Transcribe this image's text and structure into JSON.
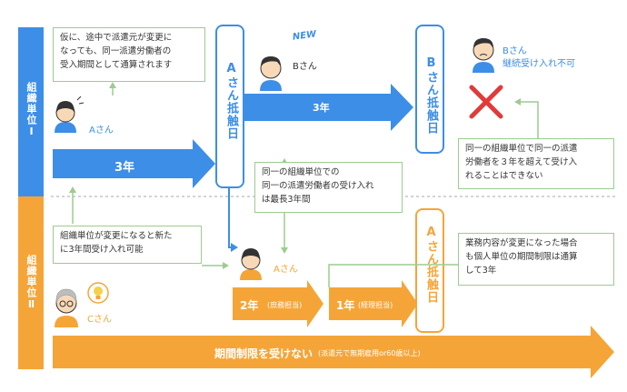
{
  "sidebar": {
    "group1": "組織単位Ⅰ",
    "group2": "組織単位Ⅱ"
  },
  "notes": {
    "top_left": "仮に、途中で派遣元が変更に\nなっても、同一派遣労働者の\n受入期間として通算されます",
    "middle_center": "同一の組織単位での\n同一の派遣労働者の受け入れ\nは最長3年間",
    "right_top": "同一の組織単位で同一の派遣\n労働者を３年を超えて受け入\nれることはできない",
    "left_bottom": "組織単位が変更になると新た\nに3年間受け入れ可能",
    "right_bottom": "業務内容が変更になった場合\nも個人単位の期間制限は通算\nして3年"
  },
  "people": {
    "a_top": "Aさん",
    "b_top": "Bさん",
    "b_right_name": "Bさん",
    "b_right_status": "継続受け入れ不可",
    "a_bottom": "Aさん",
    "c": "Cさん",
    "new_badge": "NEW"
  },
  "arrows": {
    "a_period": "3年",
    "b_period": "3年",
    "seg1_num": "2年",
    "seg1_sub": "(庶務担当)",
    "seg2_num": "1年",
    "seg2_sub": "(経理担当)",
    "c_main": "期間制限を受けない",
    "c_sub": "(派遣元で無期雇用or60歳以上)"
  },
  "milestones": {
    "a_contact_top": "Aさん抵触日",
    "b_contact": "Bさん抵触日",
    "a_contact_bottom": "Aさん抵触日"
  },
  "colors": {
    "blue": "#3d8ee6",
    "orange": "#f5a538",
    "green": "#9ccc90",
    "red": "#e23a3a",
    "dashed": "#aaaaaa"
  }
}
